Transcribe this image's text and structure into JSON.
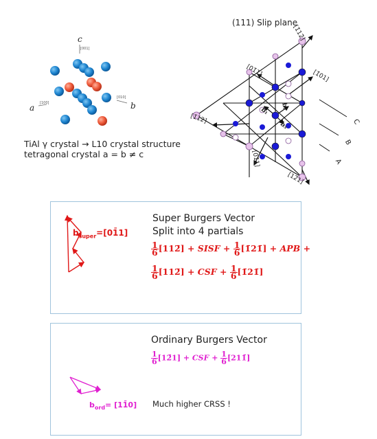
{
  "crystal": {
    "axis_c": "c",
    "axis_a": "a",
    "axis_b": "b",
    "tick_c": "[001]",
    "tick_a": "[100]",
    "tick_b": "[010]",
    "caption_line1": "TiAl γ crystal → L10 crystal structure",
    "caption_line2": "tetragonal crystal a = b ≠ c"
  },
  "slip_plane": {
    "title": "(111) Slip plane",
    "dir_top": "[1̄12̄]",
    "dir_upper_left": "[01̄1]",
    "dir_upper_right": "[1̄01]",
    "dir_left": "[1̄12]",
    "dir_bottom": "[01̄1]",
    "dir_bottom_right": "[12̄1]",
    "b1_label": "b₁",
    "b2_label": "b₂",
    "b3_label": "b₃",
    "layer_c": "C",
    "layer_b": "B",
    "layer_a": "A",
    "colors": {
      "atom_dark": "#1a1ad6",
      "atom_light": "#d9b0e6",
      "atom_pink": "#e7c3ea"
    }
  },
  "super": {
    "title1": "Super Burgers Vector",
    "title2": "Split into 4 partials",
    "bvec_label": "b",
    "bvec_sub": "super",
    "bvec_value": "=[01̄1]",
    "eq1_a_n": "1",
    "eq1_a_d": "6",
    "eq1_a_v": "[112̄]",
    "eq1_b": " + SISF + ",
    "eq1_c_n": "1",
    "eq1_c_d": "6",
    "eq1_c_v": "[1̄21̄]",
    "eq1_d": " + APB +",
    "eq2_a_n": "1",
    "eq2_a_d": "6",
    "eq2_a_v": "[112̄]",
    "eq2_b": " + CSF + ",
    "eq2_c_n": "1",
    "eq2_c_d": "6",
    "eq2_c_v": "[1̄21̄]",
    "color": "#e01818"
  },
  "ordinary": {
    "title": "Ordinary Burgers Vector",
    "eq_a_n": "1",
    "eq_a_d": "6",
    "eq_a_v": "[12̄1]",
    "eq_b": " + CSF + ",
    "eq_c_n": "1",
    "eq_c_d": "6",
    "eq_c_v": "[211̄]",
    "bvec_label": "b",
    "bvec_sub": "ord",
    "bvec_value": "= [11̄0]",
    "note": "Much higher CRSS !",
    "color": "#e020d0"
  }
}
